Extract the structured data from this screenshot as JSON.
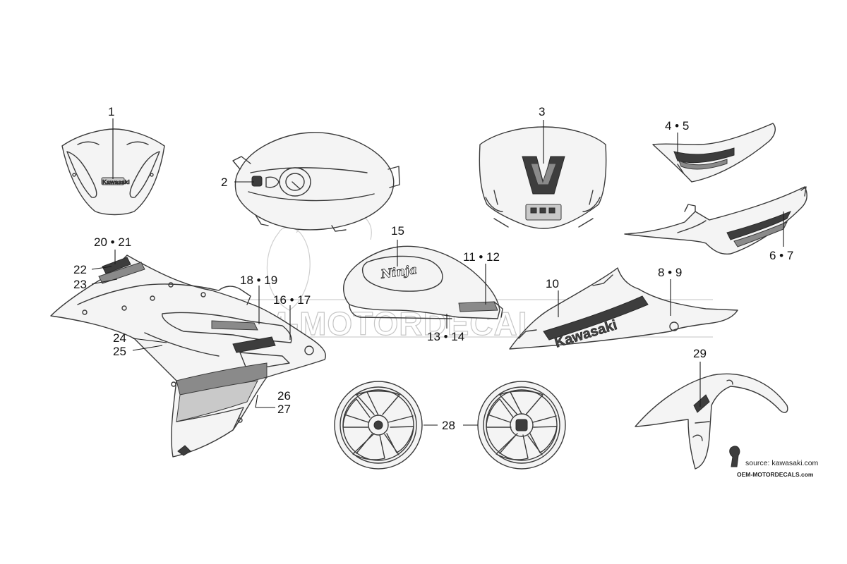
{
  "diagram": {
    "watermark": "OEM-MOTORDECALS.COM",
    "source_line": "source: kawasaki.com",
    "source_domain": "OEM-MOTORDECALS.com",
    "decal_text": {
      "windscreen_logo": "Kawasaki",
      "ninja": "Ninja",
      "kawasaki": "Kawasaki"
    },
    "callouts": {
      "c1": "1",
      "c2": "2",
      "c3": "3",
      "c4_5": "4 • 5",
      "c6_7": "6 • 7",
      "c8_9": "8 • 9",
      "c10": "10",
      "c11_12": "11 • 12",
      "c13_14": "13 • 14",
      "c15": "15",
      "c16_17": "16 • 17",
      "c18_19": "18 • 19",
      "c20_21": "20 • 21",
      "c22": "22",
      "c23": "23",
      "c24": "24",
      "c25": "25",
      "c26": "26",
      "c27": "27",
      "c28": "28",
      "c29": "29"
    },
    "icons": [
      "motorcycle-rider-logo-icon",
      "rider-logo-icon"
    ]
  }
}
